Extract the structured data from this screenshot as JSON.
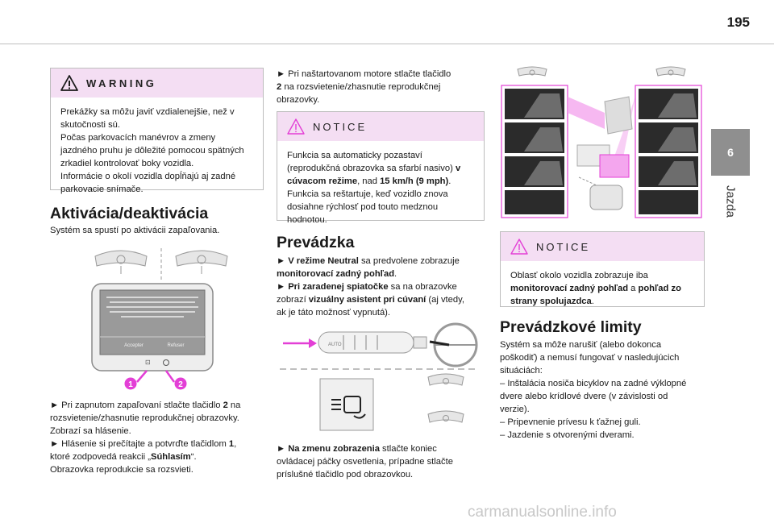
{
  "page": {
    "number": "195",
    "chapter_tab": "6",
    "chapter_title": "Jazda"
  },
  "warning": {
    "title": "WARNING",
    "lines": [
      "Prekážky sa môžu javiť vzdialenejšie, než v",
      "skutočnosti sú.",
      "Počas parkovacích manévrov a zmeny",
      "jazdného pruhu je dôležité pomocou spätných",
      "zrkadiel kontrolovať boky vozidla.",
      "Informácie o okolí vozidla dopĺňajú aj zadné",
      "parkovacie snímače."
    ]
  },
  "activation": {
    "heading": "Aktivácia/deaktivácia",
    "intro": "Systém sa spustí po aktivácii zapaľovania.",
    "screen_buttons": [
      "Accepter",
      "Refuser"
    ],
    "callouts": [
      "1",
      "2"
    ],
    "p1_line1": "► Pri zapnutom zapaľovaní stlačte tlačidlo ",
    "p1_num": "2",
    "p1_line1b": " na",
    "p1_line2": "rozsvietenie/zhasnutie reprodukčnej obrazovky.",
    "p1_line3": "Zobrazí sa hlásenie.",
    "p2_line1": "► Hlásenie si prečítajte a potvrďte tlačidlom ",
    "p2_num": "1",
    "p2_line1b": ",",
    "p2_line2a": "ktoré zodpovedá reakcii „",
    "p2_bold": "Súhlasím",
    "p2_line2b": "“.",
    "p2_line3": "Obrazovka reprodukcie sa rozsvieti."
  },
  "col2": {
    "p1_line1": "► Pri naštartovanom motore stlačte tlačidlo",
    "p1_line2a": "",
    "p1_num": "2",
    "p1_line2b": " na rozsvietenie/zhasnutie reprodukčnej",
    "p1_line3": "obrazovky.",
    "notice1": {
      "title": "NOTICE",
      "l1": "Funkcia sa automaticky pozastaví",
      "l2": "(reprodukčná obrazovka sa sfarbí nasivo) ",
      "l2_bold": "v",
      "l3_bold": "cúvacom režime",
      "l3": ", nad ",
      "l3_bold2": "15 km/h (9 mph)",
      "l3_end": ".",
      "l4": "Funkcia sa reštartuje, keď vozidlo znova",
      "l5": "dosiahne rýchlosť pod touto medznou",
      "l6": "hodnotou."
    },
    "operation_heading": "Prevádzka",
    "op1_a": "► ",
    "op1_bold": "V režime Neutral",
    "op1_b": " sa predvolene zobrazuje",
    "op1_bold2": "monitorovací zadný pohľad",
    "op1_end": ".",
    "op2_a": "► ",
    "op2_bold": "Pri zaradenej spiatočke",
    "op2_b": " sa na obrazovke",
    "op2_c": "zobrazí ",
    "op2_bold2": "vizuálny asistent pri cúvaní",
    "op2_d": " (aj vtedy,",
    "op2_e": "ak je táto možnosť vypnutá).",
    "op3_a": "► ",
    "op3_bold": "Na zmenu zobrazenia",
    "op3_b": " stlačte koniec",
    "op3_c": "ovládacej páčky osvetlenia, prípadne stlačte",
    "op3_d": "príslušné tlačidlo pod obrazovkou.",
    "stalk_label": "AUTO"
  },
  "col3": {
    "notice2": {
      "title": "NOTICE",
      "l1": "Oblasť okolo vozidla zobrazuje iba",
      "l2_bold": "monitorovací zadný pohľad",
      "l2": " a ",
      "l2_bold2": "pohľad zo",
      "l3_bold": "strany spolujazdca",
      "l3": "."
    },
    "limits_heading": "Prevádzkové limity",
    "lim1": "Systém sa môže narušiť (alebo dokonca",
    "lim2": "poškodiť) a nemusí fungovať v nasledujúcich",
    "lim3": "situáciách:",
    "lim4": "– Inštalácia nosiča bicyklov na zadné výklopné",
    "lim5": "dvere alebo krídlové dvere (v závislosti od",
    "lim6": "verzie).",
    "lim7": "– Pripevnenie prívesu k ťažnej guli.",
    "lim8": "– Jazdenie s otvorenými dverami."
  },
  "watermark": "carmanualsonline.info",
  "colors": {
    "accent": "#e33fd6",
    "box_header": "#f4def3",
    "callout": "#e33fd6"
  }
}
